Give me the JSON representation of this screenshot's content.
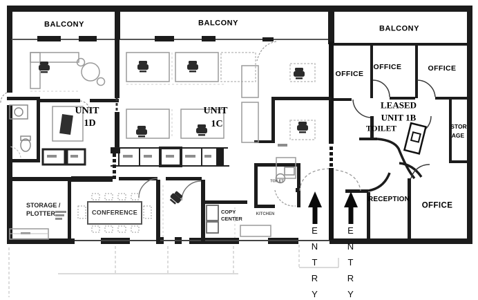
{
  "labels": {
    "balcony_left": "BALCONY",
    "balcony_middle": "BALCONY",
    "balcony_right": "BALCONY",
    "unit_1d": {
      "l1": "UNIT",
      "l2": "1D"
    },
    "unit_1c": {
      "l1": "UNIT",
      "l2": "1C"
    },
    "offices_top": {
      "o1": "OFFICE",
      "o2": "OFFICE",
      "o3": "OFFICE"
    },
    "leased_unit_1b": {
      "l1": "LEASED",
      "l2": "UNIT 1B"
    },
    "toilet_1b": "TOILET",
    "storage_right": {
      "l1": "STOR",
      "l2": "AGE"
    },
    "reception": "RECEPTION",
    "office_bottom_right": "OFFICE",
    "storage_plotter": {
      "l1": "STORAGE /",
      "l2": "PLOTTER"
    },
    "conference": "CONFERENCE",
    "copy_center": {
      "l1": "COPY",
      "l2": "CENTER"
    },
    "kitchen": "KITCHEN",
    "toilet_center": "TOILET",
    "entry_left": "ENTRY",
    "entry_right": "ENTRY"
  },
  "colors": {
    "wall": "#1c1c1c",
    "furniture_dark": "#2b2b2b",
    "furniture_outline": "#8f8f8f",
    "faint_line": "#bdbdbd",
    "text": "#000000"
  }
}
